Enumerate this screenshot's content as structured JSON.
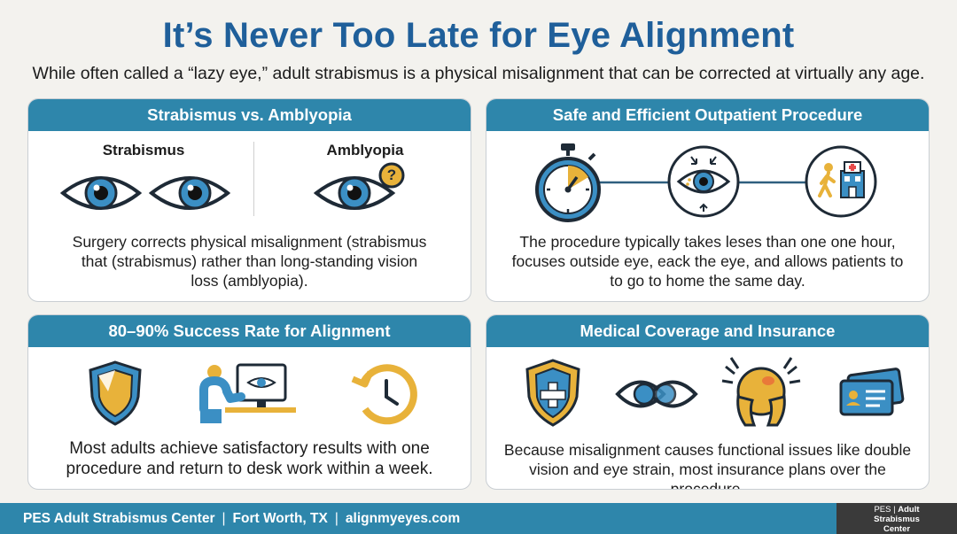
{
  "header": {
    "title": "It’s Never Too Late for Eye Alignment",
    "subtitle": "While often called a “lazy eye,” adult strabismus is a physical misalignment that can be corrected at virtually any age."
  },
  "cards": {
    "strabismus": {
      "title": "Strabismus vs. Amblyopia",
      "label_left": "Strabismus",
      "label_right": "Amblyopia",
      "question_mark": "?",
      "text_line1": "Surgery corrects physical misalignment (strabismus",
      "text_line2": "that (strabismus) rather than long-standing vision",
      "text_line3": "loss (amblyopia)."
    },
    "outpatient": {
      "title": "Safe and Efficient Outpatient Procedure",
      "text_line1": "The procedure typically takes leses than one one hour,",
      "text_line2": "focuses outside eye, eack the eye, and allows patients to",
      "text_line3": "to go to home the same day."
    },
    "success": {
      "title": "80–90% Success Rate for Alignment",
      "text_line1": "Most adults achieve satisfactory results with one",
      "text_line2": "procedure and return to desk work within a week."
    },
    "coverage": {
      "title": "Medical Coverage and Insurance",
      "text_line1": "Because misalignment causes functional issues like double",
      "text_line2": "vision and eye strain, most insurance plans over the procedure."
    }
  },
  "footer": {
    "org": "PES Adult Strabismus Center",
    "sep1": "|",
    "location": "Fort Worth, TX",
    "sep2": "|",
    "website": "alignmyeyes.com",
    "badge_pes": "PES",
    "badge_bar": "|",
    "badge_adult": "Adult",
    "badge_line2": "Strabismus",
    "badge_line3": "Center"
  },
  "colors": {
    "title_blue": "#1f5f9a",
    "header_teal": "#2e86ab",
    "eye_blue": "#3b8fc4",
    "accent_gold": "#e8b23a",
    "dark_outline": "#1e2a36"
  },
  "icons": {
    "strabismus_eyes": "eye-icon",
    "amblyopia_eye": "eye-question-icon",
    "timer": "stopwatch-icon",
    "targeted_eye": "eye-target-icon",
    "walking_home": "patient-walking-hospital-icon",
    "shield": "shield-icon",
    "desk_worker": "person-at-computer-icon",
    "clock_return": "clock-return-icon",
    "medical_shield": "medical-shield-icon",
    "double_vision": "double-vision-icon",
    "headache": "headache-icon",
    "insurance_card": "insurance-card-icon"
  }
}
